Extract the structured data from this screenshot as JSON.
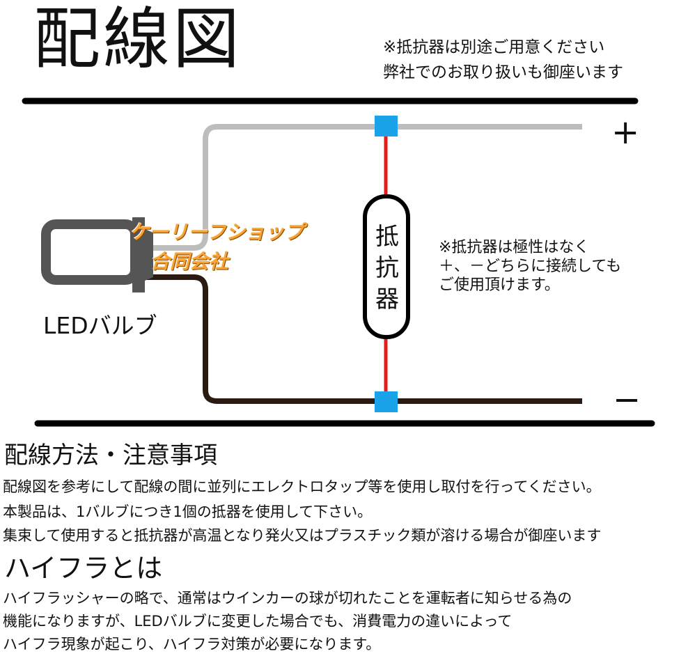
{
  "title": "配線図",
  "notes": [
    "※抵抗器は別途ご用意ください",
    "弊社でのお取り扱いも御座います"
  ],
  "diagram": {
    "plus_label": "+",
    "minus_label": "−",
    "resistor_label": [
      "抵",
      "抗",
      "器"
    ],
    "bulb_label": "LEDバルブ",
    "watermark": [
      "ケーリーフショップ",
      "合同会社"
    ],
    "resistor_note": [
      "※抵抗器は極性はなく",
      "＋、－どちらに接続しても",
      "ご使用頂けます。"
    ],
    "colors": {
      "positive_wire": "#bdbdbd",
      "negative_wire": "#2a1a12",
      "resistor_lead": "#e31b1b",
      "tap_connector": "#1aa3e8",
      "border_line": "#000000",
      "watermark": "#f7a233"
    }
  },
  "section1": {
    "heading": "配線方法・注意事項",
    "lines": [
      "配線図を参考にして配線の間に並列にエレクトロタップ等を使用し取付を行ってください。",
      "本製品は、1バルブにつき1個の抵器を使用して下さい。",
      "集束して使用すると抵抗器が高温となり発火又はプラスチック類が溶ける場合が御座います"
    ]
  },
  "section2": {
    "heading": "ハイフラとは",
    "lines": [
      "ハイフラッシャーの略で、通常はウインカーの球が切れたことを運転者に知らせる為の",
      "機能になりますが、LEDバルブに変更した場合でも、消費電力の違いによって",
      "ハイフラ現象が起こり、ハイフラ対策が必要になります。"
    ]
  }
}
